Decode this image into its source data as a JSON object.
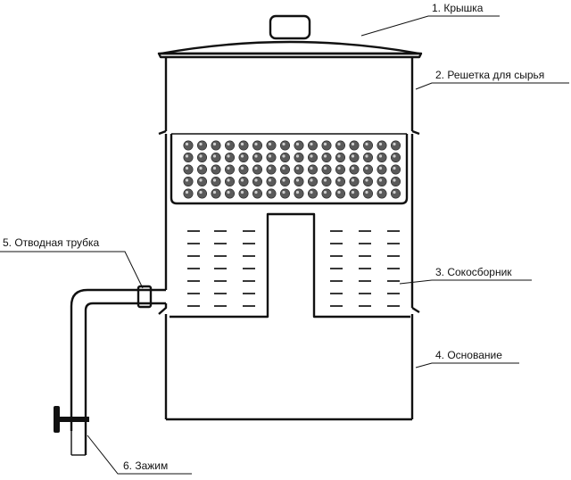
{
  "labels": {
    "lid": "1. Крышка",
    "grate": "2. Решетка для сырья",
    "collector": "3. Сокосборник",
    "base": "4. Основание",
    "tube": "5. Отводная трубка",
    "clamp": "6. Зажим"
  }
}
